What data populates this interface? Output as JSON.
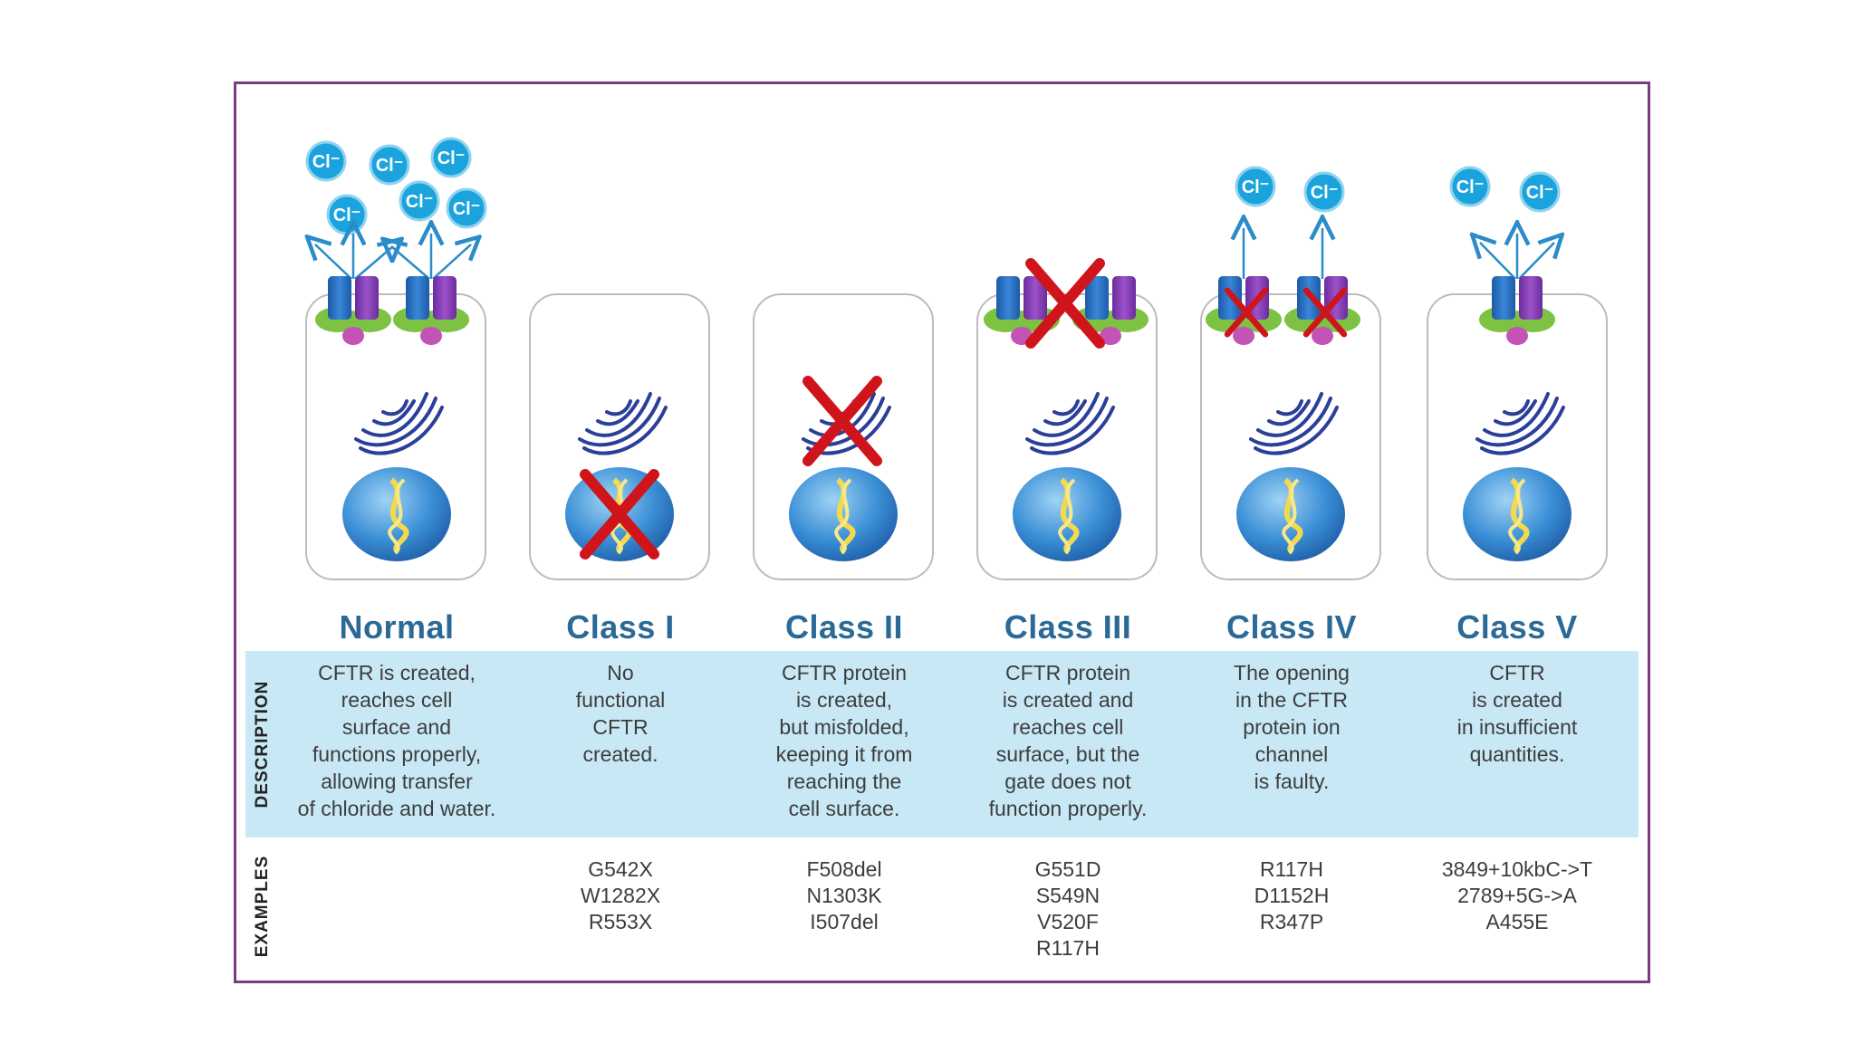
{
  "colors": {
    "frame": "#7c3a82",
    "title_blue": "#2b6a97",
    "band": "#c8e8f5",
    "ion": "#1aa3dc",
    "cross": "#d0141c"
  },
  "icons": [
    "chloride-ion-icon",
    "cftr-channel-icon",
    "golgi-apparatus-icon",
    "nucleus-dna-icon",
    "red-x-icon"
  ],
  "row_labels": {
    "description": "DESCRIPTION",
    "examples": "EXAMPLES"
  },
  "ion_label": "Cl⁻",
  "columns": [
    {
      "title": "Normal",
      "description": "CFTR is created,\nreaches cell\nsurface and\nfunctions properly,\nallowing transfer\nof chloride and water.",
      "examples": ""
    },
    {
      "title": "Class I",
      "description": "No\nfunctional\nCFTR\ncreated.",
      "examples": "G542X\nW1282X\nR553X"
    },
    {
      "title": "Class II",
      "description": "CFTR protein\nis created,\nbut misfolded,\nkeeping it from\nreaching the\ncell surface.",
      "examples": "F508del\nN1303K\nI507del"
    },
    {
      "title": "Class III",
      "description": "CFTR protein\nis created and\nreaches cell\nsurface, but the\ngate does not\nfunction properly.",
      "examples": "G551D\nS549N\nV520F\nR117H"
    },
    {
      "title": "Class IV",
      "description": "The opening\nin the CFTR\nprotein ion\nchannel\nis faulty.",
      "examples": "R117H\nD1152H\nR347P"
    },
    {
      "title": "Class V",
      "description": "CFTR\nis created\nin insufficient\nquantities.",
      "examples": "3849+10kbC->T\n2789+5G->A\nA455E"
    }
  ]
}
